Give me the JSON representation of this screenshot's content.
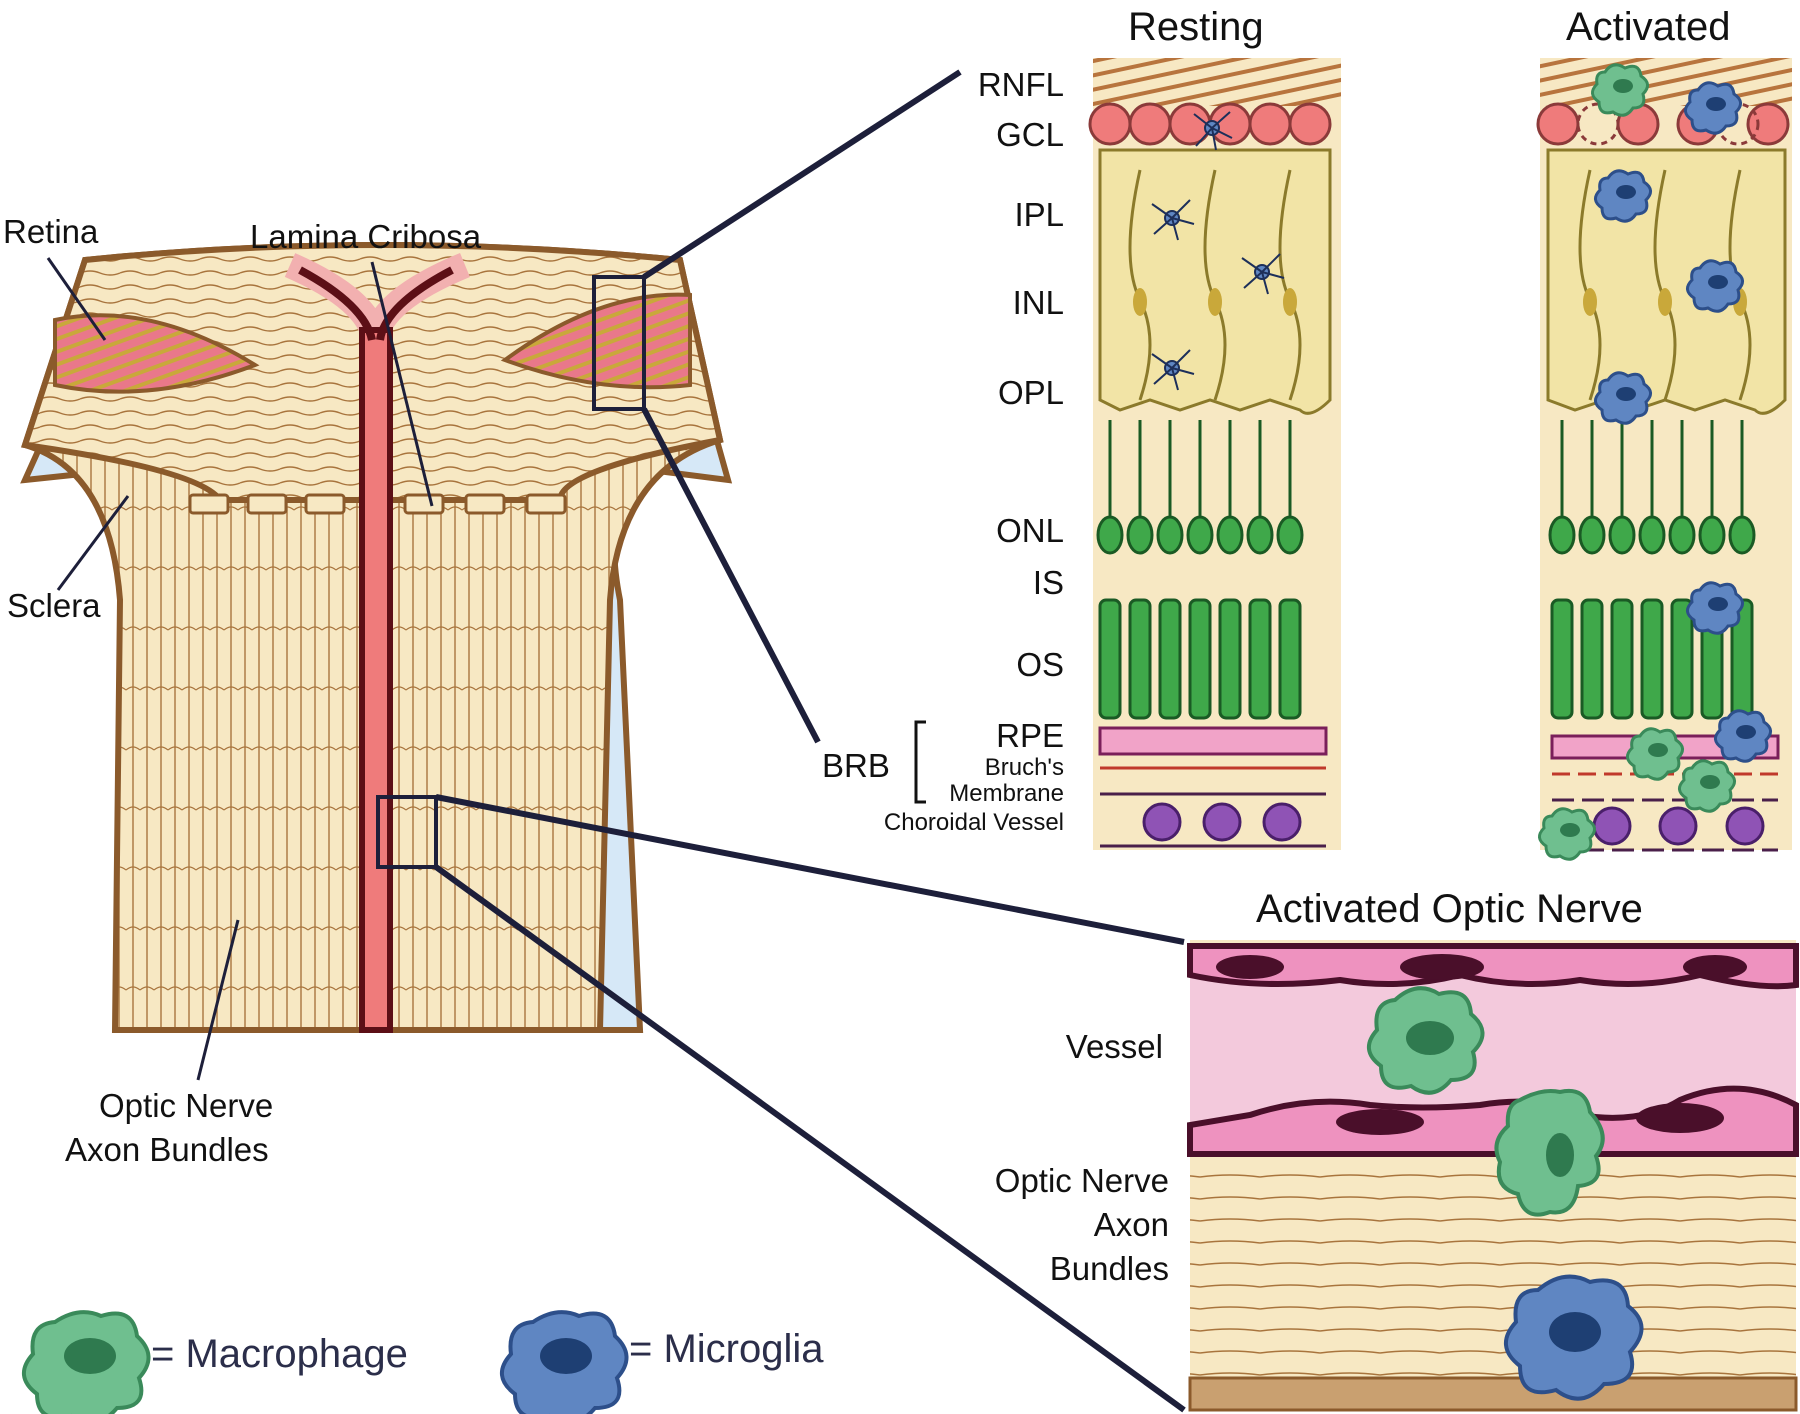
{
  "labels": {
    "retina": "Retina",
    "lamina_cribosa": "Lamina Cribosa",
    "sclera": "Sclera",
    "optic_nerve_line1": "Optic Nerve",
    "optic_nerve_line2": "Axon Bundles",
    "resting": "Resting",
    "activated": "Activated",
    "activated_optic_nerve": "Activated Optic Nerve",
    "vessel": "Vessel",
    "on_axon_line1": "Optic Nerve",
    "on_axon_line2": "Axon",
    "on_axon_line3": "Bundles",
    "brb": "BRB"
  },
  "layers": {
    "rnfl": "RNFL",
    "gcl": "GCL",
    "ipl": "IPL",
    "inl": "INL",
    "opl": "OPL",
    "onl": "ONL",
    "is": "IS",
    "os": "OS",
    "rpe": "RPE",
    "bruchs_line1": "Bruch's",
    "bruchs_line2": "Membrane",
    "choroidal": "Choroidal Vessel"
  },
  "legend": {
    "macrophage": "= Macrophage",
    "microglia": "= Microglia"
  },
  "colors": {
    "outline": "#8b5a2b",
    "tissue": "#f7e8c3",
    "sclera": "#d6e8f7",
    "vessel_red": "#ef7b7b",
    "vessel_dark": "#5c0f16",
    "ganglion": "#ef7b7b",
    "bipolar": "#f2e4a6",
    "photoreceptor": "#3fa84a",
    "rpe": "#f1a3c8",
    "choroid": "#8f53b5",
    "macrophage": "#6fbf8f",
    "microglia": "#5f86c2",
    "connector": "#1d1f3a"
  }
}
